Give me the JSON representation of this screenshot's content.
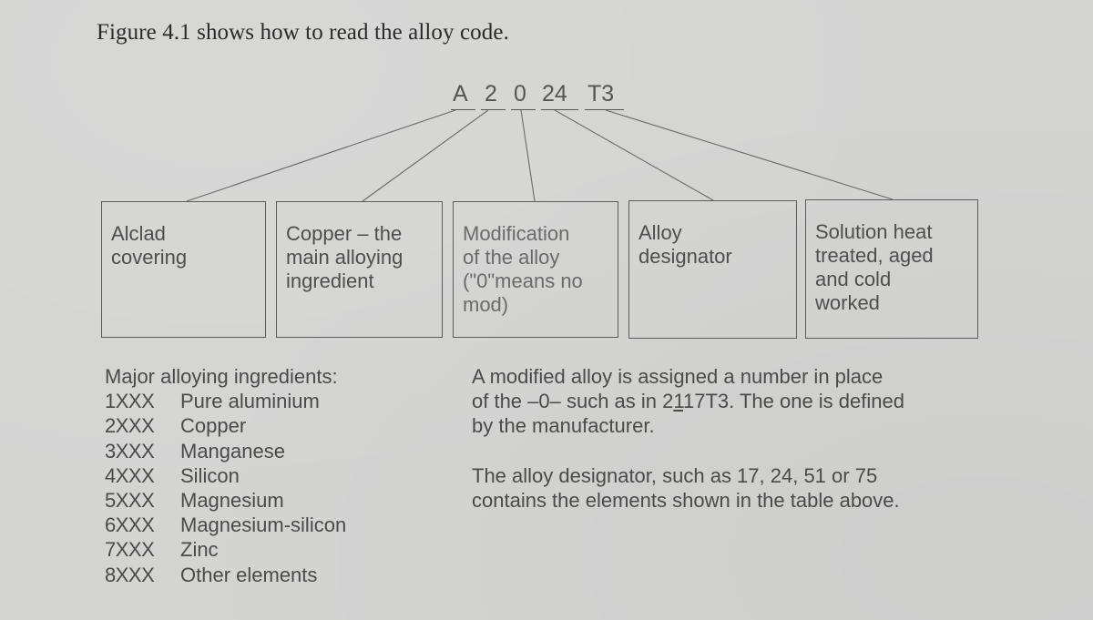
{
  "document": {
    "title": "Figure 4.1 shows how to read the alloy code.",
    "background_color": "#d4d4d3",
    "ink_color": "#4a4a4a"
  },
  "alloy_code": {
    "full": "A 2 0 24 T3",
    "parts": [
      {
        "id": "alclad",
        "text": "A"
      },
      {
        "id": "main-ingredient",
        "text": "2"
      },
      {
        "id": "modification",
        "text": "0"
      },
      {
        "id": "designator",
        "text": "24"
      },
      {
        "id": "temper",
        "text": "T3"
      }
    ]
  },
  "boxes": [
    {
      "id": "alclad",
      "text": "Alclad\ncovering"
    },
    {
      "id": "main-ingredient",
      "text": "Copper – the\nmain alloying\ningredient"
    },
    {
      "id": "modification",
      "text": "Modification\nof the alloy\n(\"0\"means no\nmod)"
    },
    {
      "id": "designator",
      "text": "Alloy\ndesignator"
    },
    {
      "id": "temper",
      "text": "Solution heat\ntreated, aged\nand cold\nworked"
    }
  ],
  "ingredients": {
    "heading": "Major alloying ingredients:",
    "items": [
      {
        "code": "1XXX",
        "name": "Pure aluminium"
      },
      {
        "code": "2XXX",
        "name": "Copper"
      },
      {
        "code": "3XXX",
        "name": "Manganese"
      },
      {
        "code": "4XXX",
        "name": "Silicon"
      },
      {
        "code": "5XXX",
        "name": "Magnesium"
      },
      {
        "code": "6XXX",
        "name": "Magnesium-silicon"
      },
      {
        "code": "7XXX",
        "name": "Zinc"
      },
      {
        "code": "8XXX",
        "name": "Other elements"
      }
    ]
  },
  "notes": {
    "modified": {
      "line1": "A modified alloy is assigned a number in place",
      "line2_prefix": "of the –0– such as in 2",
      "line2_underlined": "1",
      "line2_suffix": "17T3. The one is defined",
      "line3": "by the manufacturer."
    },
    "designator": {
      "line1": "The alloy designator, such as 17, 24, 51 or 75",
      "line2": "contains the elements shown in the table above."
    }
  }
}
